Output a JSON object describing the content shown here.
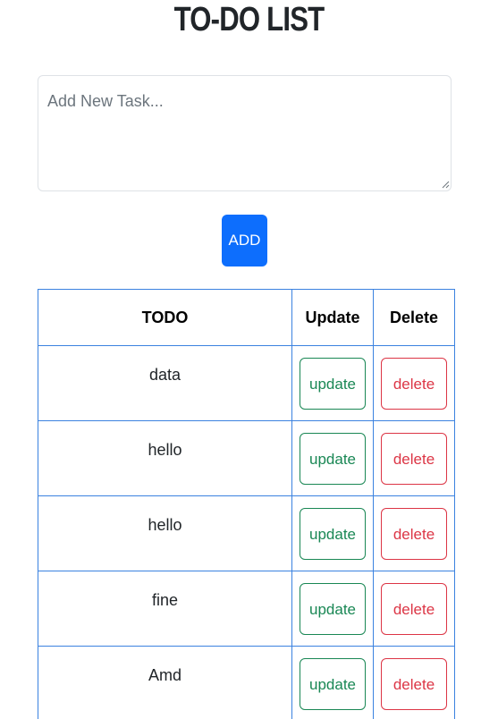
{
  "header": {
    "title": "TO-DO LIST"
  },
  "form": {
    "task_placeholder": "Add New Task...",
    "task_value": "",
    "add_label": "ADD"
  },
  "table": {
    "headers": {
      "todo": "TODO",
      "update": "Update",
      "delete": "Delete"
    },
    "rows": [
      {
        "task": "data",
        "update_label": "update",
        "delete_label": "delete"
      },
      {
        "task": "hello",
        "update_label": "update",
        "delete_label": "delete"
      },
      {
        "task": "hello",
        "update_label": "update",
        "delete_label": "delete"
      },
      {
        "task": "fine",
        "update_label": "update",
        "delete_label": "delete"
      },
      {
        "task": "Amd",
        "update_label": "update",
        "delete_label": "delete"
      }
    ]
  },
  "colors": {
    "primary": "#0d6efd",
    "success": "#198754",
    "danger": "#dc3545",
    "table_border": "#3b82e0"
  },
  "icons": {
    "resize_grip": "resize-grip-icon"
  }
}
